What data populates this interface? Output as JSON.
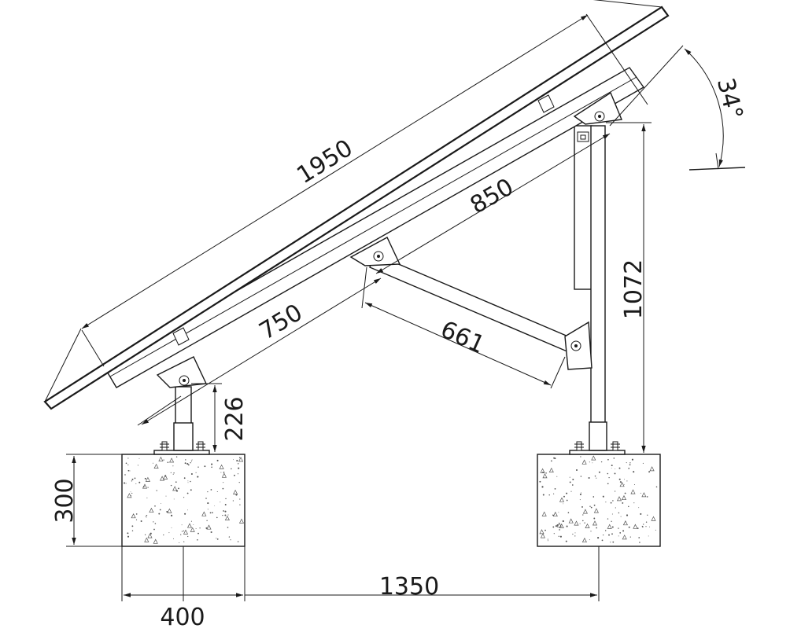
{
  "dimensions": {
    "panel_length": "1950",
    "rail_upper": "850",
    "rail_lower": "750",
    "brace": "661",
    "rear_height": "1072",
    "front_post_height": "226",
    "block_height": "300",
    "block_width": "400",
    "footing_spacing": "1350",
    "tilt_angle": "34°"
  },
  "colors": {
    "line": "#1a1a1a",
    "concrete_speckle": "#555555"
  }
}
